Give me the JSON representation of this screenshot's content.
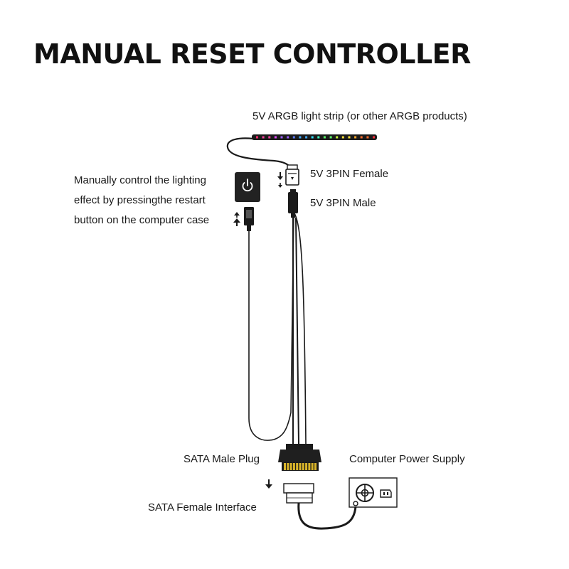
{
  "title": "MANUAL RESET CONTROLLER",
  "labels": {
    "light_strip": "5V ARGB light strip (or other ARGB products)",
    "female_3pin": "5V 3PIN Female",
    "male_3pin": "5V 3PIN Male",
    "sata_male": "SATA Male Plug",
    "power_supply": "Computer Power Supply",
    "sata_female": "SATA Female Interface"
  },
  "description": [
    "Manually control the lighting",
    "effect by pressingthe restart",
    "button on the computer case"
  ],
  "icons": {
    "reset_button": "power-icon",
    "psu_fan": "fan-icon",
    "psu_socket": "socket-icon"
  },
  "colors": {
    "cable": "#1a1a1a",
    "sata_gold": "#d9b42a",
    "strip_body": "#1b1b1b"
  },
  "led_colors": [
    "#ff2b6a",
    "#ff3fa0",
    "#e34cff",
    "#9b5bff",
    "#5b7bff",
    "#3fa9ff",
    "#2fe0ff",
    "#3fffc0",
    "#5bff6a",
    "#c8ff3a",
    "#ffe23a",
    "#ffaa2a",
    "#ff6a2a",
    "#ff2b3a"
  ]
}
